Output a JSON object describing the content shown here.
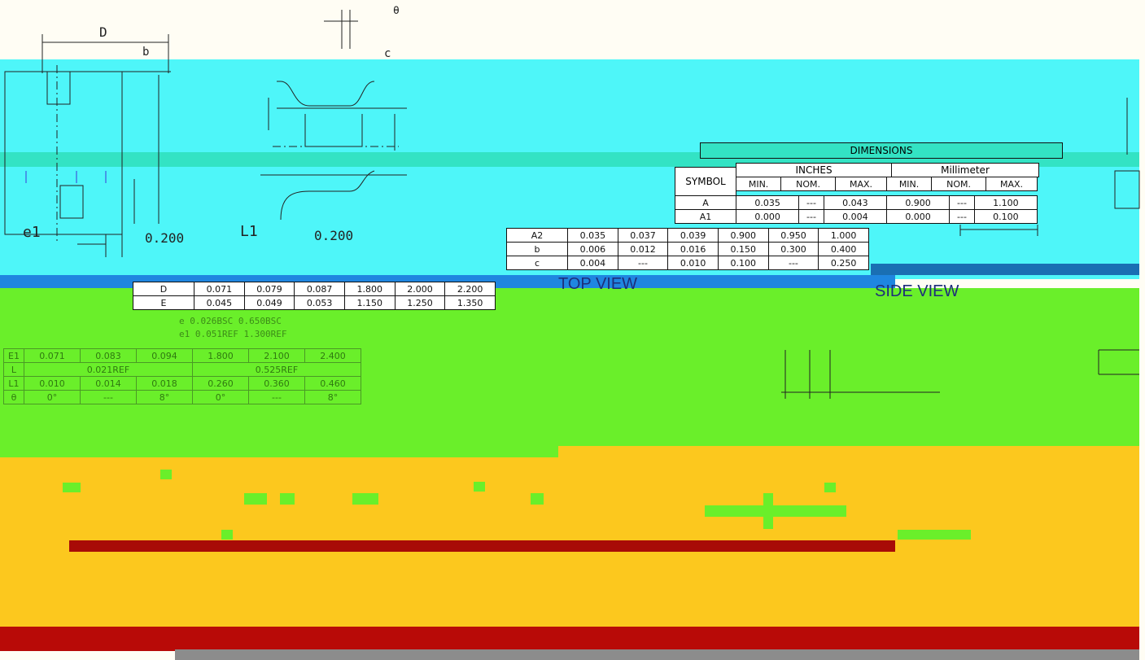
{
  "dimension_labels": {
    "d": "D",
    "b": "b",
    "theta": "θ",
    "c": "c",
    "e1": "e1",
    "l1": "L1",
    "e_pitch": "0.200",
    "l1_val": "0.200"
  },
  "views": {
    "top": "TOP VIEW",
    "side": "SIDE VIEW"
  },
  "table": {
    "title": "DIMENSIONS",
    "symbol_header": "SYMBOL",
    "inches_header": "INCHES",
    "mm_header": "Millimeter",
    "sub_headers": [
      "MIN.",
      "NOM.",
      "MAX.",
      "MIN.",
      "NOM.",
      "MAX."
    ],
    "rows_top": [
      [
        "A",
        "0.035",
        "---",
        "0.043",
        "0.900",
        "---",
        "1.100"
      ],
      [
        "A1",
        "0.000",
        "---",
        "0.004",
        "0.000",
        "---",
        "0.100"
      ]
    ],
    "rows_mid": [
      [
        "A2",
        "0.035",
        "0.037",
        "0.039",
        "0.900",
        "0.950",
        "1.000"
      ],
      [
        "b",
        "0.006",
        "0.012",
        "0.016",
        "0.150",
        "0.300",
        "0.400"
      ],
      [
        "c",
        "0.004",
        "---",
        "0.010",
        "0.100",
        "---",
        "0.250"
      ]
    ],
    "rows_low": [
      [
        "D",
        "0.071",
        "0.079",
        "0.087",
        "1.800",
        "2.000",
        "2.200"
      ],
      [
        "E",
        "0.045",
        "0.049",
        "0.053",
        "1.150",
        "1.250",
        "1.350"
      ]
    ],
    "row_e1": [
      "E1",
      "0.071",
      "0.083",
      "0.094",
      "1.800",
      "2.100",
      "2.400"
    ],
    "row_ref": [
      "e",
      "0.026BSC",
      "",
      "",
      "0.650BSC",
      "",
      ""
    ],
    "row_ref2": [
      "e1",
      "0.051REF",
      "",
      "",
      "1.300REF",
      "",
      ""
    ],
    "row_l": [
      "L",
      "0.021REF",
      "",
      "",
      "0.525REF",
      "",
      ""
    ],
    "row_l1": [
      "L1",
      "0.010",
      "0.014",
      "0.018",
      "0.260",
      "0.360",
      "0.460"
    ],
    "row_theta": [
      "θ",
      "0°",
      "---",
      "8°",
      "0°",
      "---",
      "8°"
    ]
  }
}
